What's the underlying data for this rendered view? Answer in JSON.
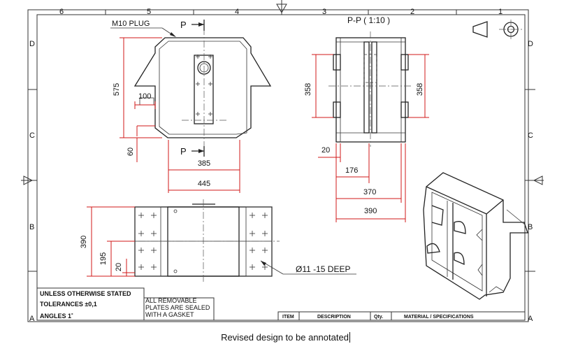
{
  "drawing": {
    "zone_columns": [
      "6",
      "5",
      "4",
      "3",
      "2",
      "1"
    ],
    "zone_rows": [
      "D",
      "C",
      "B",
      "A"
    ],
    "section_title": "P-P ( 1:10 )",
    "section_marker": "P",
    "callouts": {
      "plug": "M10 PLUG",
      "hole": "Ø11 -15 DEEP"
    },
    "dimensions": {
      "front_height": "575",
      "front_slot": "100",
      "front_bottom": "60",
      "front_inner_width": "385",
      "front_outer_width": "445",
      "section_left_height": "358",
      "section_right_height": "358",
      "section_offset": "20",
      "section_half": "176",
      "section_inner": "370",
      "section_outer": "390",
      "bottom_height": "390",
      "bottom_half": "195",
      "bottom_edge": "20"
    },
    "notes": {
      "tolerance_line1": "UNLESS OTHERWISE STATED",
      "tolerance_line2": "TOLERANCES ±0,1",
      "tolerance_line3": "ANGLES 1˚",
      "gasket_line1": "ALL REMOVABLE",
      "gasket_line2": "PLATES ARE SEALED",
      "gasket_line3": "WITH A GASKET"
    },
    "bom_headers": {
      "item": "ITEM",
      "description": "DESCRIPTION",
      "qty": "Qty.",
      "material": "MATERIAL / SPECIFICATIONS"
    }
  },
  "caption": "Revised design to be annotated"
}
